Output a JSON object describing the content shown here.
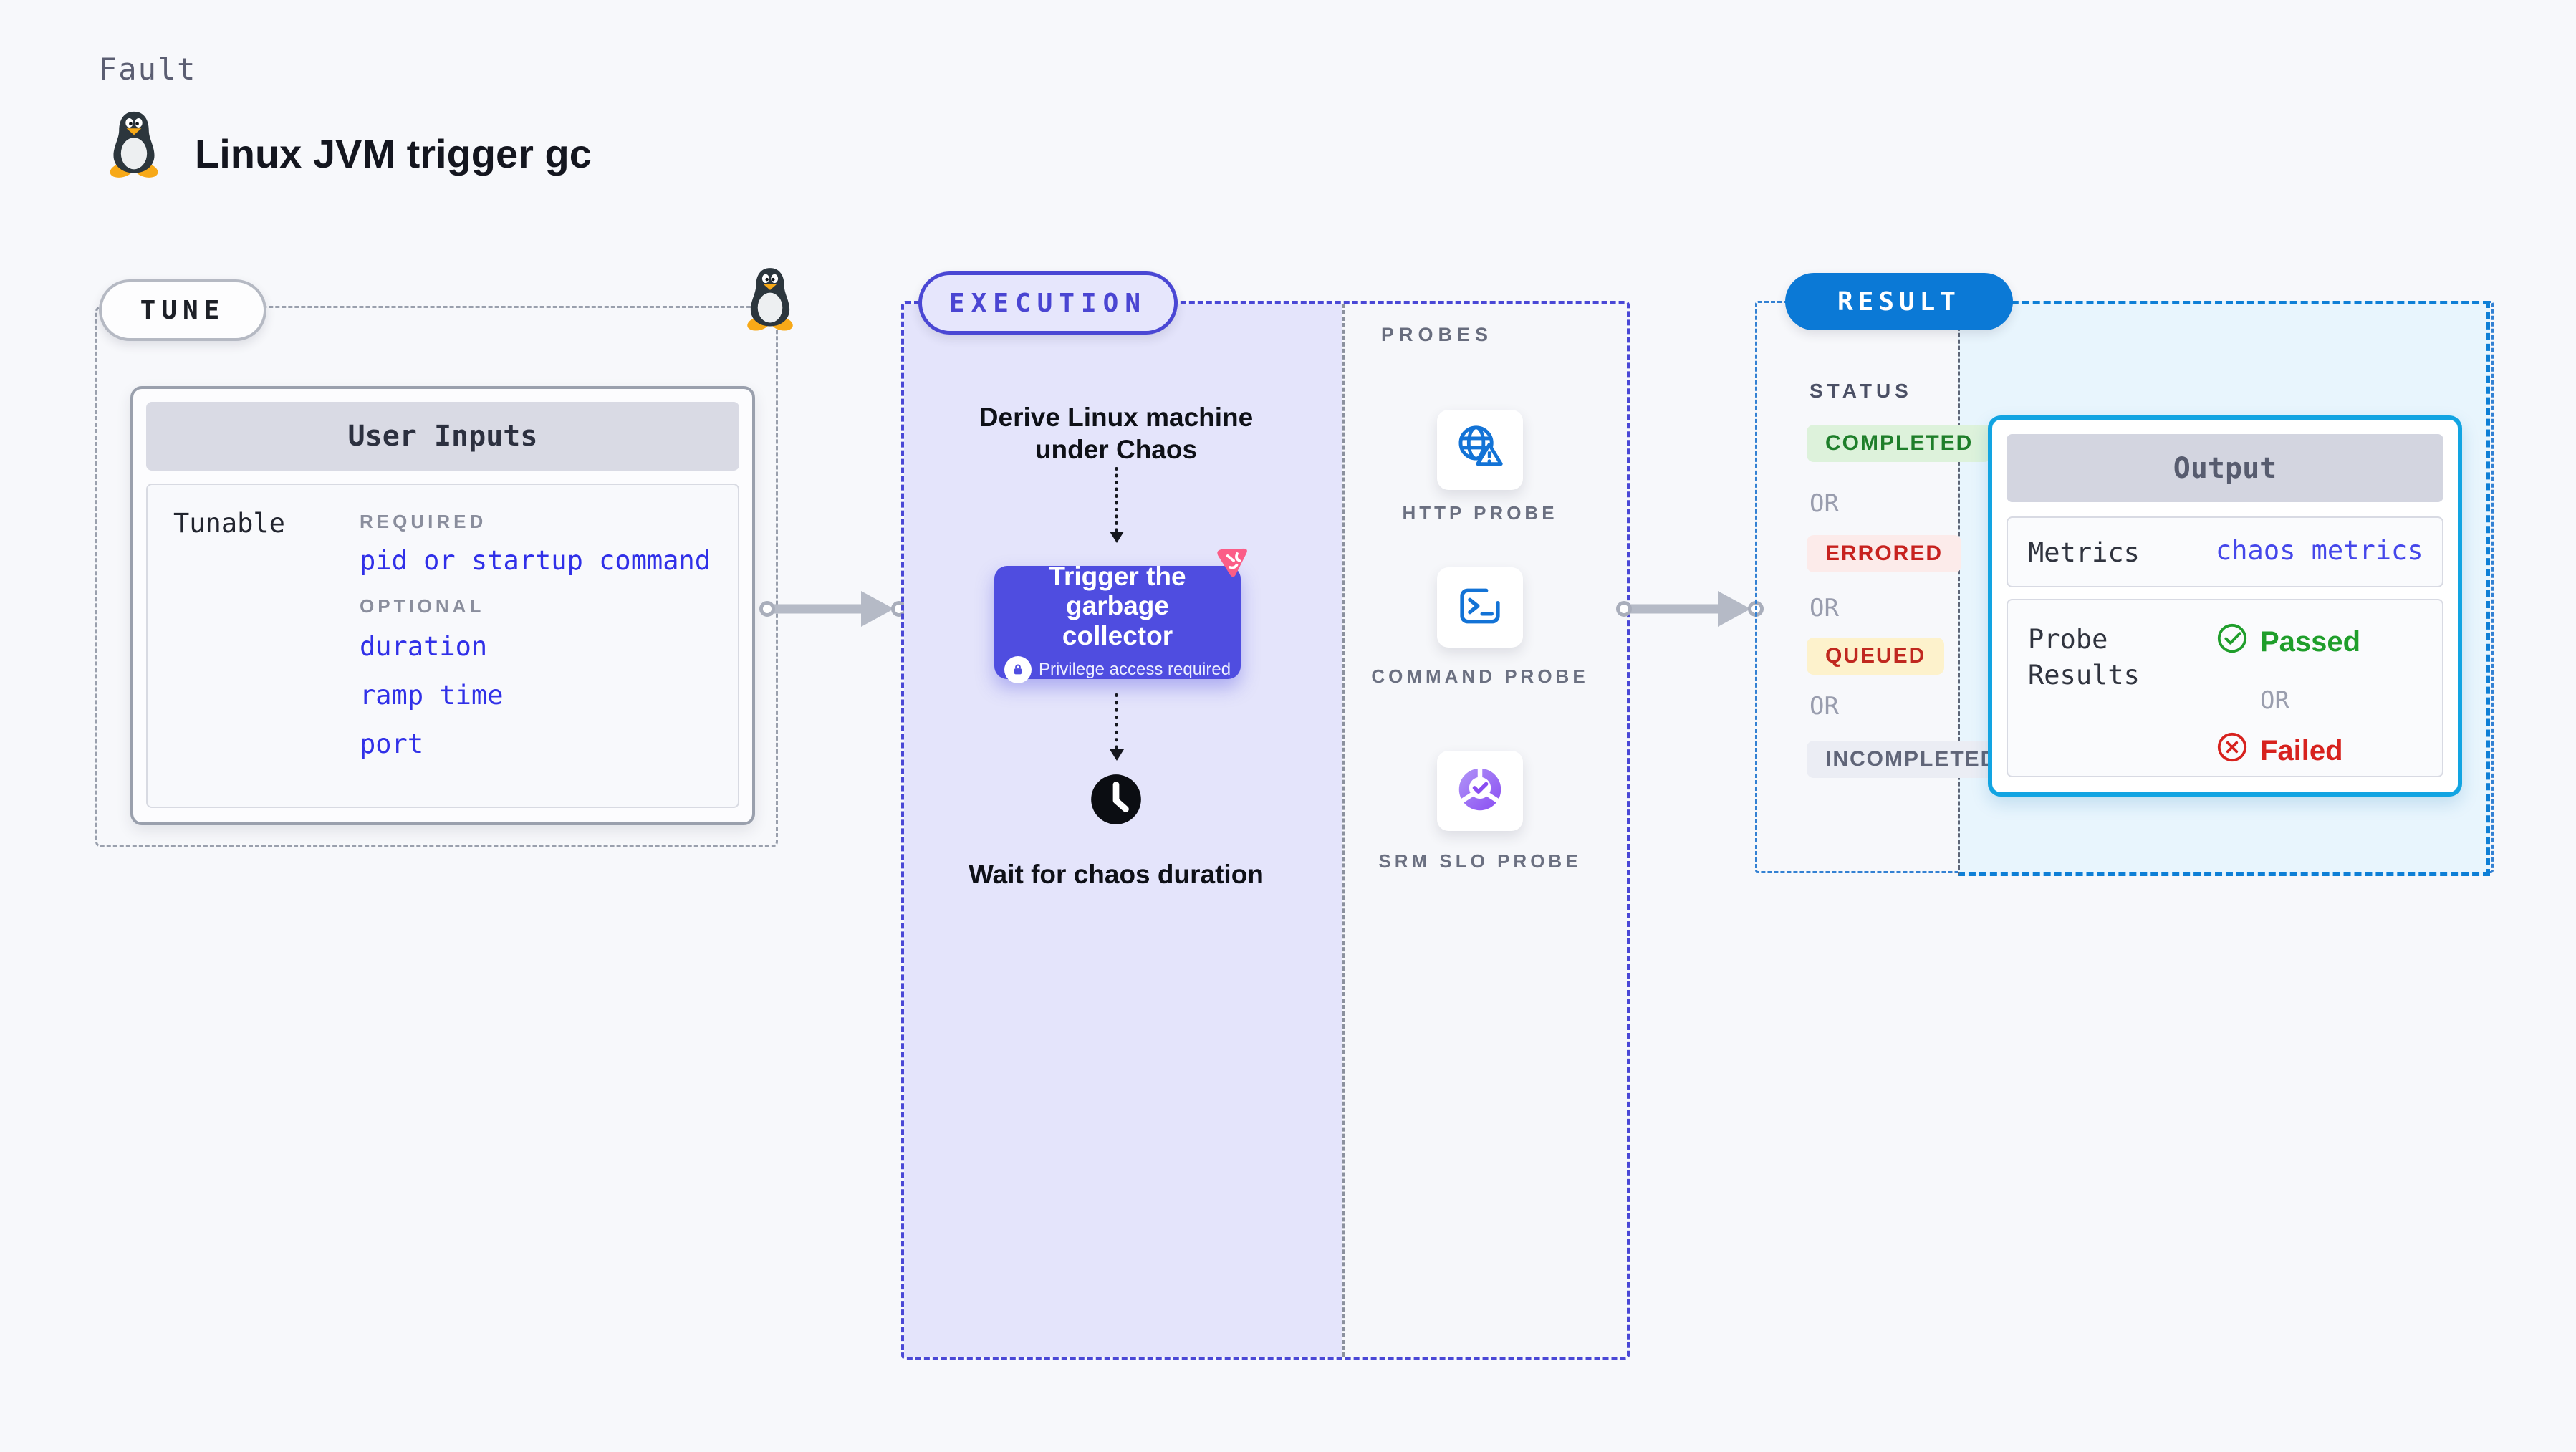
{
  "header": {
    "eyebrow": "Fault",
    "title": "Linux JVM trigger gc",
    "icon": "tux-penguin-icon"
  },
  "tune": {
    "badge": "TUNE",
    "card": {
      "header": "User Inputs",
      "row_label": "Tunable",
      "required_label": "REQUIRED",
      "required_fields": [
        "pid or startup command"
      ],
      "optional_label": "OPTIONAL",
      "optional_fields": [
        "duration",
        "ramp time",
        "port"
      ]
    }
  },
  "execution": {
    "badge": "EXECUTION",
    "derive_step": "Derive Linux machine under Chaos",
    "action": {
      "title": "Trigger the garbage collector",
      "note": "Privilege access required",
      "lock_icon": "lock-icon",
      "corner_icon": "chaos-experiment-icon"
    },
    "wait_step": "Wait for chaos duration",
    "clock_icon": "clock-icon"
  },
  "probes": {
    "label": "PROBES",
    "items": [
      {
        "label": "HTTP PROBE",
        "icon": "globe-alert-icon"
      },
      {
        "label": "COMMAND PROBE",
        "icon": "terminal-icon"
      },
      {
        "label": "SRM SLO PROBE",
        "icon": "slo-gauge-icon"
      }
    ]
  },
  "result": {
    "badge": "RESULT",
    "status_label": "STATUS",
    "or_label": "OR",
    "statuses": [
      {
        "label": "COMPLETED",
        "color": "#1e7e2a",
        "bg": "#ddf2db"
      },
      {
        "label": "ERRORED",
        "color": "#c7221f",
        "bg": "#fcebea"
      },
      {
        "label": "QUEUED",
        "color": "#c0281f",
        "bg": "#fdf2cc"
      },
      {
        "label": "INCOMPLETED",
        "color": "#606578",
        "bg": "#ebedf4"
      }
    ],
    "output": {
      "header": "Output",
      "metrics_label": "Metrics",
      "metrics_value": "chaos metrics",
      "probe_results_label": "Probe Results",
      "passed_label": "Passed",
      "failed_label": "Failed",
      "passed_color": "#1f9e2b",
      "failed_color": "#d7221e"
    }
  },
  "colors": {
    "page_bg": "#f7f8fb",
    "execution_accent": "#4a47d4",
    "execution_bg": "#e4e4fb",
    "action_button_bg": "#4f4de0",
    "result_accent": "#0b79d6",
    "result_panel_bg": "#e8f5fd",
    "output_border": "#12a4e2",
    "probe_icon_blue": "#1373d6",
    "srm_purple": "#8a4df2",
    "chaos_pink": "#fb5d87",
    "field_link_blue": "#3030e8",
    "arrow_gray": "#b5bac6"
  }
}
